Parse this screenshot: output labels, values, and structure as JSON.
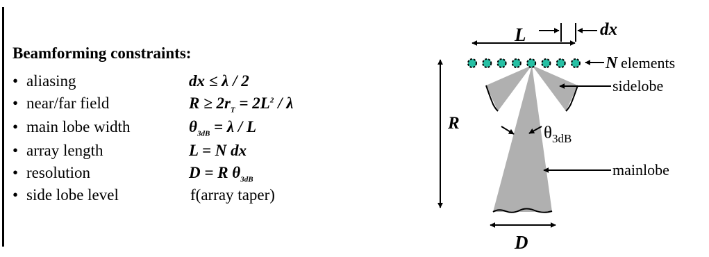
{
  "heading": "Beamforming constraints:",
  "bullet": "•",
  "constraints": [
    {
      "label": "aliasing",
      "formula": "dx ≤ λ / 2"
    },
    {
      "label": "near/far field",
      "formula": "R ≥ 2rT = 2L² / λ"
    },
    {
      "label": "main lobe width",
      "formula": "θ3dB = λ / L"
    },
    {
      "label": "array length",
      "formula": "L = N dx"
    },
    {
      "label": "resolution",
      "formula": "D = R θ3dB"
    },
    {
      "label": "side lobe level",
      "formula": "f(array taper)"
    }
  ],
  "diagram": {
    "element_count": 8,
    "element_color": "#26c0a4",
    "lobe_color": "#b0b0b0",
    "labels": {
      "L": "L",
      "dx": "dx",
      "N": "N",
      "elements": "elements",
      "sidelobe": "sidelobe",
      "R": "R",
      "theta": "θ",
      "theta_sub": "3dB",
      "mainlobe": "mainlobe",
      "D": "D"
    }
  }
}
